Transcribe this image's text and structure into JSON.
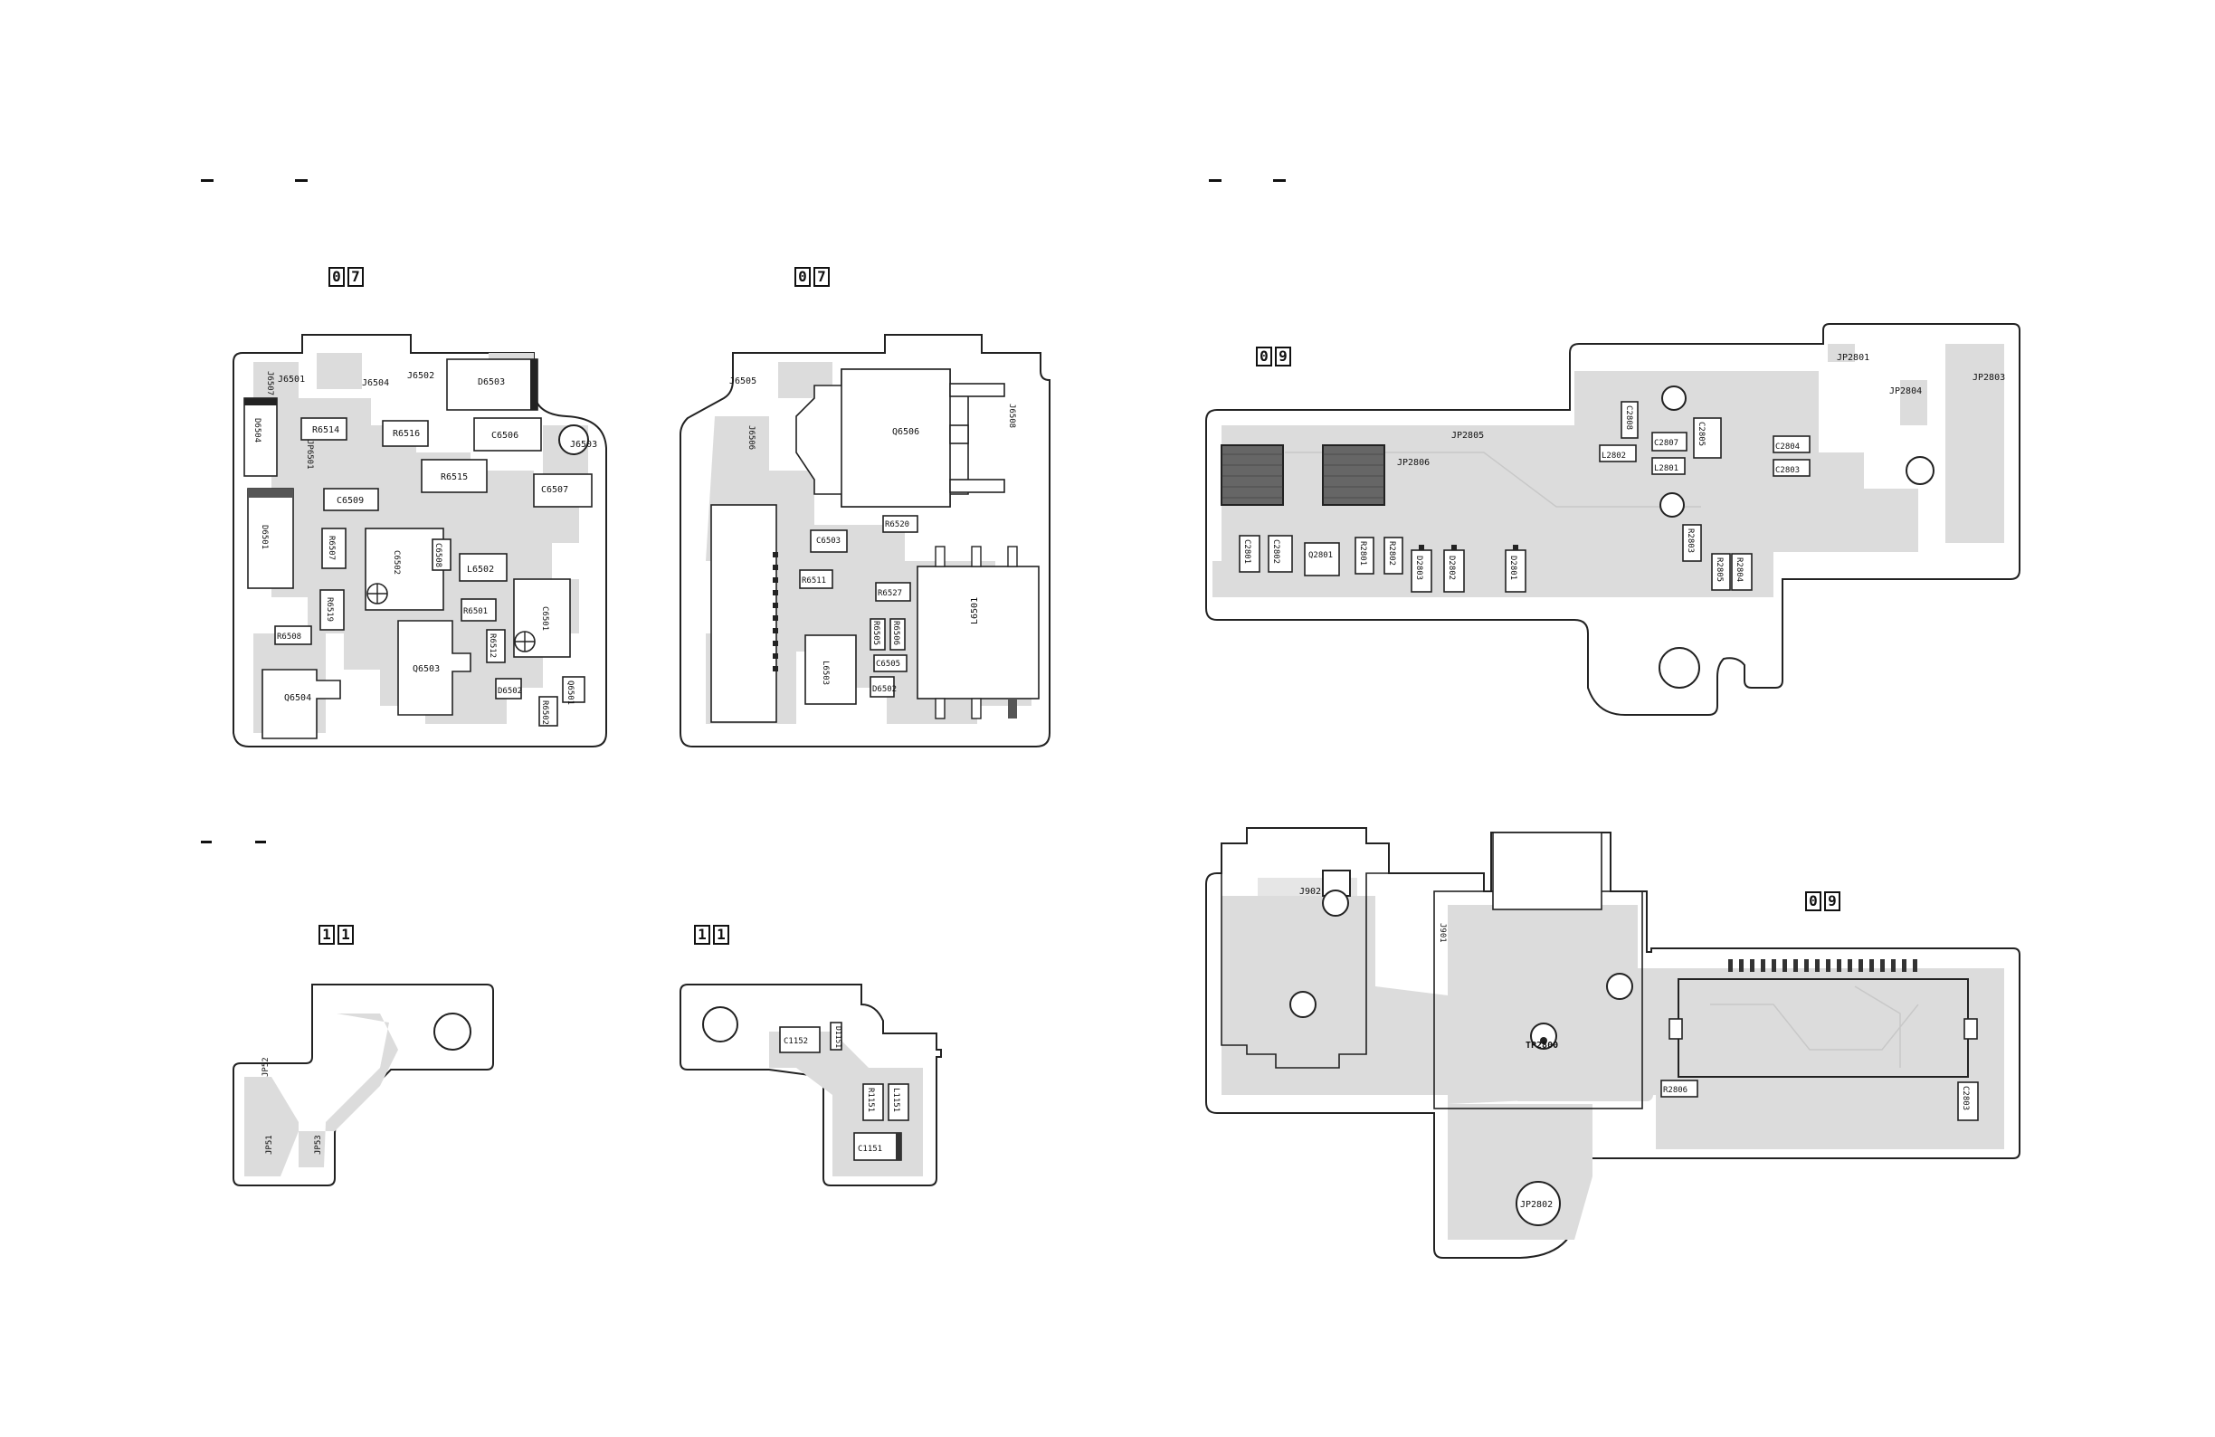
{
  "section_badges": {
    "top_left_a": [
      "0",
      "7"
    ],
    "top_left_b": [
      "0",
      "7"
    ],
    "top_right": [
      "0",
      "9"
    ],
    "bottom_left_a": [
      "1",
      "1"
    ],
    "bottom_left_b": [
      "1",
      "1"
    ],
    "bottom_right": [
      "0",
      "9"
    ]
  },
  "boards": {
    "board_a_labels": [
      "J6501",
      "J6502",
      "J6503",
      "J6504",
      "J6507",
      "D6503",
      "D6504",
      "D6501",
      "R6514",
      "R6516",
      "C6506",
      "R6515",
      "C6507",
      "C6509",
      "JP6501",
      "R6507",
      "C6502",
      "C6508",
      "L6502",
      "R6519",
      "R6501",
      "C6501",
      "R6508",
      "Q6503",
      "R6512",
      "Q6504",
      "D6502",
      "Q6501",
      "R6502"
    ],
    "board_b_labels": [
      "J6505",
      "J6506",
      "J6508",
      "Q6506",
      "R6520",
      "C6503",
      "R6511",
      "R6527",
      "R6505",
      "R6506",
      "C6505",
      "L6501",
      "L6503",
      "D6502"
    ],
    "board_c_labels": [
      "JP2801",
      "JP2803",
      "JP2804",
      "JP2805",
      "JP2806",
      "C2808",
      "C2807",
      "C2805",
      "L2802",
      "L2801",
      "C2804",
      "C2803",
      "C2801",
      "C2802",
      "Q2801",
      "R2801",
      "R2802",
      "D2803",
      "D2802",
      "D2801",
      "R2803",
      "R2805",
      "R2804"
    ],
    "board_d_labels": [
      "JP52",
      "JP51",
      "JP53"
    ],
    "board_e_labels": [
      "C1152",
      "D1151",
      "R1151",
      "L1151",
      "C1151"
    ],
    "board_f_labels": [
      "J902",
      "J901",
      "TP2800",
      "R2806",
      "C2803",
      "JP2802"
    ]
  }
}
